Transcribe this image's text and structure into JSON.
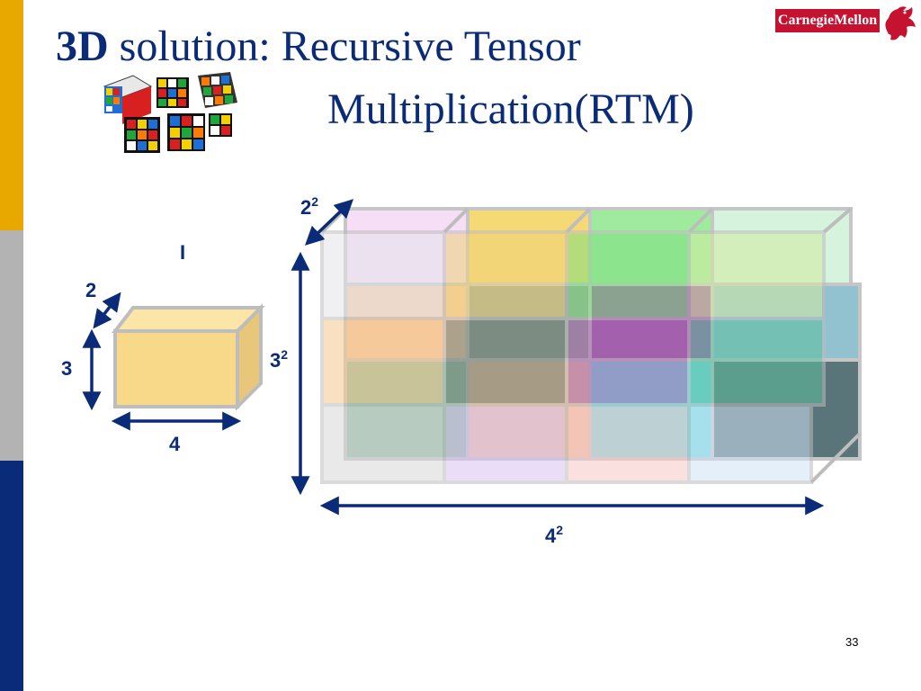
{
  "slide": {
    "title_bold": "3D",
    "title_rest": " solution: Recursive Tensor",
    "title_line2": "Multiplication(RTM)",
    "logo_text": "CarnegieMellon",
    "page_number": "33"
  },
  "diagram": {
    "small_label_top": "I",
    "small_depth_label": "2",
    "small_height_label": "3",
    "small_width_label": "4",
    "big_depth_base": "2",
    "big_height_base": "3",
    "big_width_base": "4",
    "exponent": "2"
  },
  "colors": {
    "accent_navy": "#0A2B78",
    "sidebar_gold": "#E8A800",
    "sidebar_gray": "#B3B3B3",
    "cmu_red": "#C41230",
    "small_cube": "#F8D98A"
  }
}
